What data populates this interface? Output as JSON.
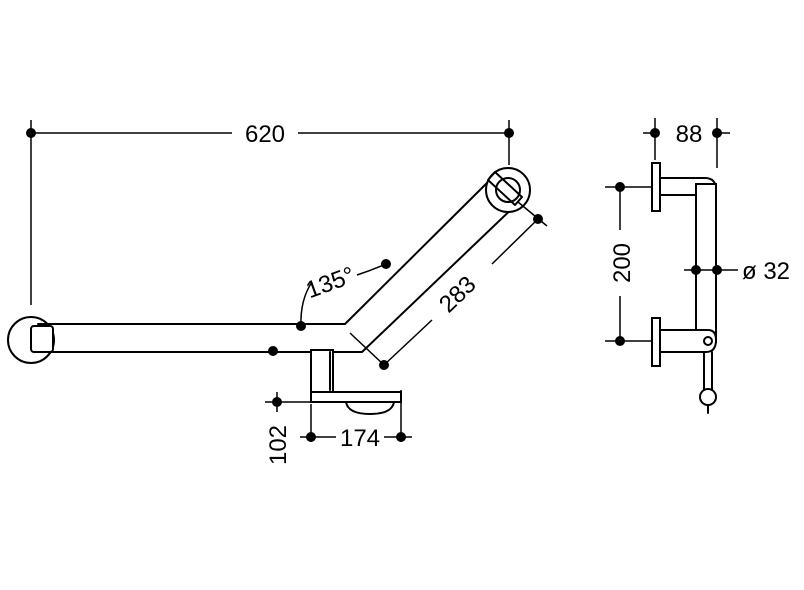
{
  "dimensions": {
    "overall_width": "620",
    "angle": "135°",
    "angled_length": "283",
    "bracket_width": "174",
    "bracket_height": "102",
    "side_depth": "88",
    "flange_spacing": "200",
    "tube_diameter": "ø 32"
  }
}
